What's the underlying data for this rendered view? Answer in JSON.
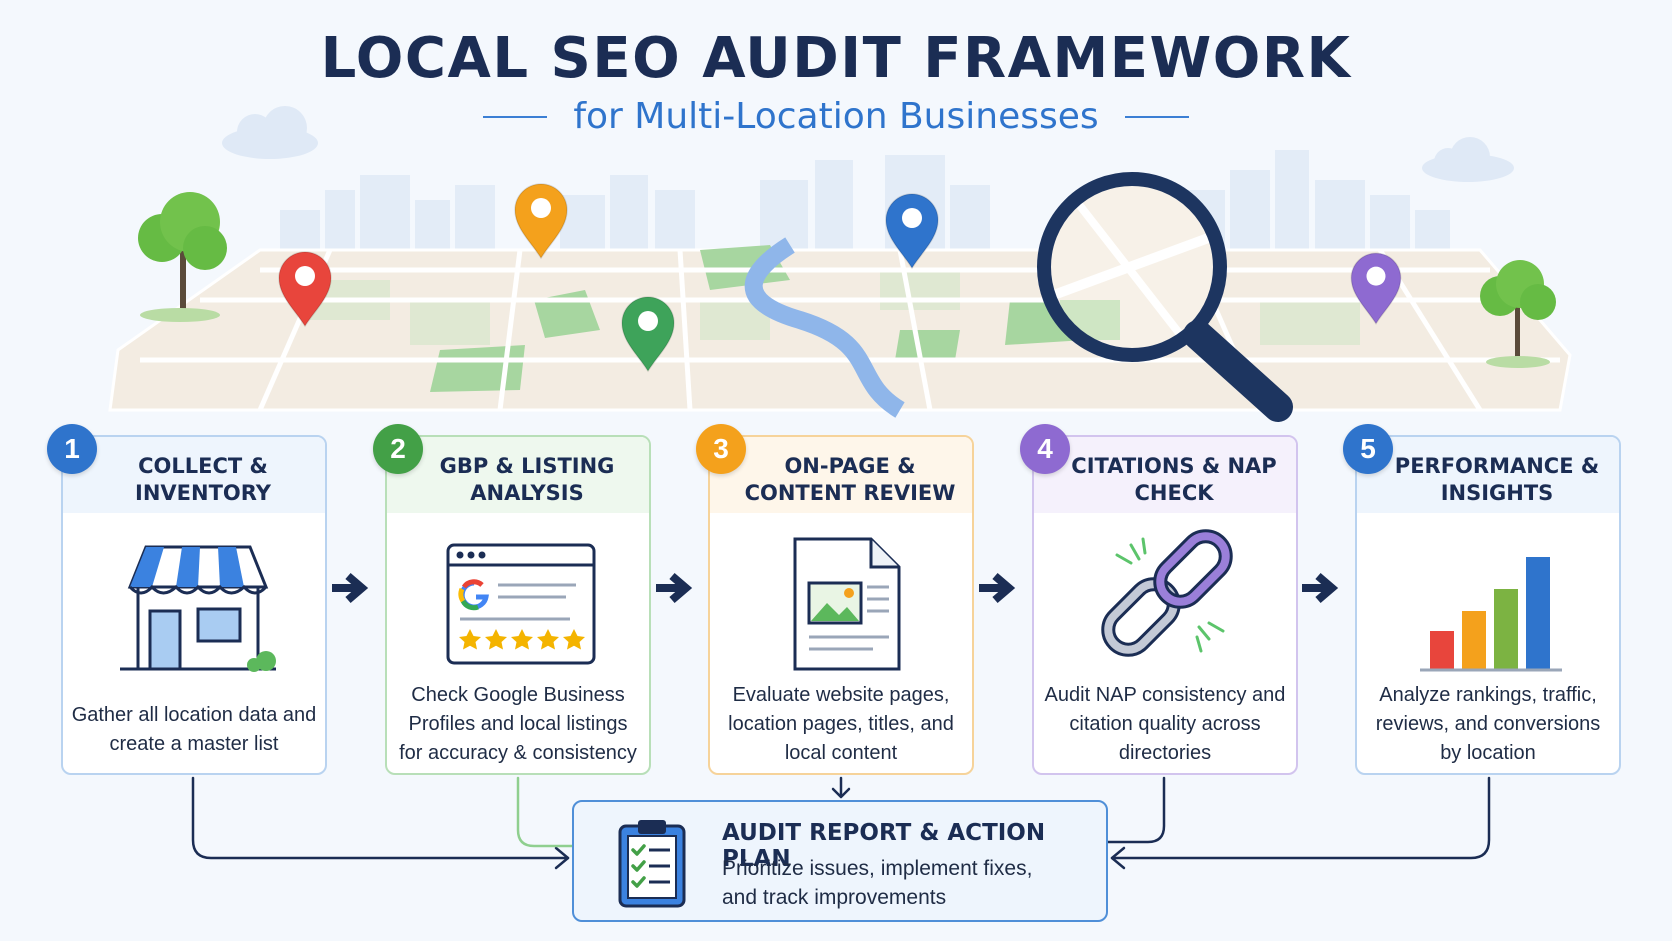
{
  "header": {
    "title": "LOCAL SEO AUDIT FRAMEWORK",
    "subtitle": "for Multi-Location Businesses"
  },
  "colors": {
    "navy": "#1b2d54",
    "blue": "#2f74cc",
    "green": "#43a047",
    "orange": "#f4a11c",
    "purple": "#8e6ad1",
    "red": "#e8453c"
  },
  "map_pins": [
    {
      "name": "red-pin",
      "color": "#e8453c"
    },
    {
      "name": "orange-pin",
      "color": "#f4a11c"
    },
    {
      "name": "green-pin",
      "color": "#3ea35a"
    },
    {
      "name": "blue-pin",
      "color": "#2f74cc"
    },
    {
      "name": "red-pin-magnified",
      "color": "#e8453c"
    },
    {
      "name": "purple-pin",
      "color": "#8e6ad1"
    }
  ],
  "steps": [
    {
      "number": "1",
      "title": "COLLECT & INVENTORY",
      "description": "Gather all location data and create a master list",
      "icon": "storefront-icon",
      "color": "#2f74cc"
    },
    {
      "number": "2",
      "title": "GBP & LISTING ANALYSIS",
      "description": "Check Google Business Profiles and local listings for accuracy & consistency",
      "icon": "google-listing-icon",
      "color": "#43a047"
    },
    {
      "number": "3",
      "title": "ON-PAGE & CONTENT REVIEW",
      "description": "Evaluate website pages, location pages, titles, and local content",
      "icon": "document-icon",
      "color": "#f4a11c"
    },
    {
      "number": "4",
      "title": "CITATIONS & NAP CHECK",
      "description": "Audit NAP consistency and citation quality across directories",
      "icon": "chain-link-icon",
      "color": "#8e6ad1"
    },
    {
      "number": "5",
      "title": "PERFORMANCE & INSIGHTS",
      "description": "Analyze rankings, traffic, reviews, and conversions by location",
      "icon": "bar-chart-icon",
      "color": "#2f74cc"
    }
  ],
  "report": {
    "title": "AUDIT REPORT & ACTION PLAN",
    "description_line1": "Prioritize issues, implement fixes,",
    "description_line2": "and track improvements",
    "icon": "clipboard-checklist-icon"
  }
}
